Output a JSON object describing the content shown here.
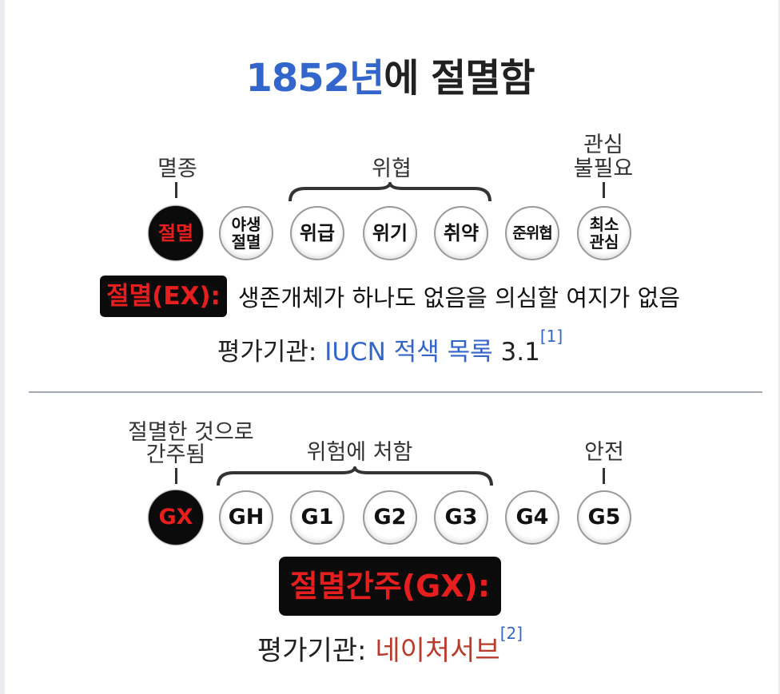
{
  "title": {
    "year": "1852년",
    "rest": "에 절멸함"
  },
  "iucn": {
    "group_labels": {
      "extinct": "멸종",
      "threatened": "위협",
      "least_concern_line1": "관심",
      "least_concern_line2": "불필요"
    },
    "statuses": [
      {
        "lines": [
          "절멸"
        ],
        "dark": true
      },
      {
        "lines": [
          "야생",
          "절멸"
        ]
      },
      {
        "lines": [
          "위급"
        ]
      },
      {
        "lines": [
          "위기"
        ]
      },
      {
        "lines": [
          "취약"
        ]
      },
      {
        "lines": [
          "준위협"
        ]
      },
      {
        "lines": [
          "최소",
          "관심"
        ]
      }
    ],
    "badge": "절멸(EX):",
    "description": "생존개체가 하나도 없음을 의심할 여지가 없음",
    "source_prefix": "평가기관: ",
    "source_link": "IUCN 적색 목록",
    "source_version": " 3.1",
    "citation": "[1]"
  },
  "natureserve": {
    "group_labels": {
      "presumed_line1": "절멸한 것으로",
      "presumed_line2": "간주됨",
      "at_risk": "위험에 처함",
      "secure": "안전"
    },
    "statuses": [
      "GX",
      "GH",
      "G1",
      "G2",
      "G3",
      "G4",
      "G5"
    ],
    "badge": "절멸간주(GX):",
    "source_prefix": "평가기관: ",
    "source_link": "네이처서브",
    "citation": "[2]"
  },
  "colors": {
    "link_blue": "#3366cc",
    "link_red": "#ba3a2c",
    "badge_red": "#e61e1e",
    "badge_bg": "#0b0b0b"
  }
}
